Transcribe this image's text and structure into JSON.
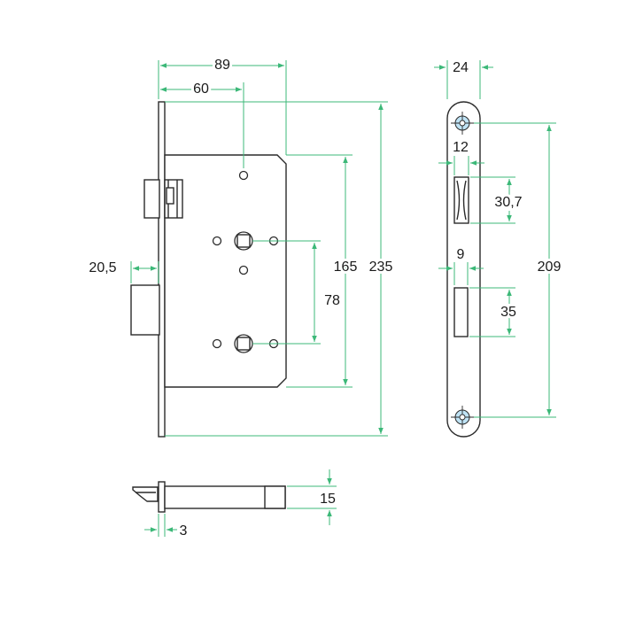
{
  "dimensions": {
    "width_89": "89",
    "backset_60": "60",
    "face_24": "24",
    "latch_12": "12",
    "latch_h_30_7": "30,7",
    "height_165": "165",
    "height_235": "235",
    "spacing_78": "78",
    "bolt_20_5": "20,5",
    "bolt_9": "9",
    "bolt_h_35": "35",
    "fixing_209": "209",
    "thick_15": "15",
    "offset_3": "3"
  },
  "colors": {
    "dimension_line": "#3cb878",
    "outline": "#2a2a2a",
    "screw_head": "#bfe3f5"
  }
}
